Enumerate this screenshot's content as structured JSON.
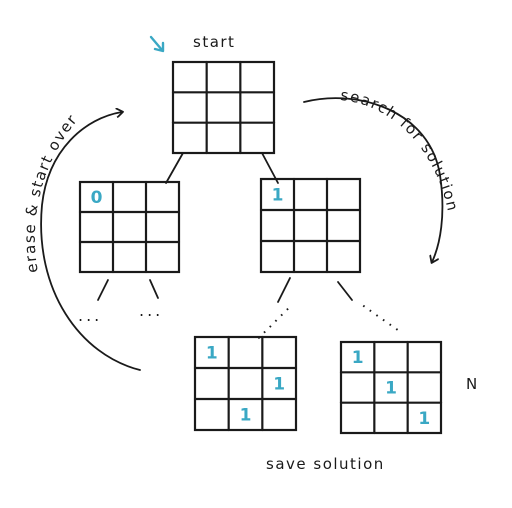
{
  "labels": {
    "start": "start",
    "search": "search for solution",
    "erase": "erase & start over",
    "save": "save solution",
    "n": "N",
    "ellipsis_left": "...",
    "ellipsis_right": "...",
    "ellipsis_diag_left": "......",
    "ellipsis_diag_right": "......"
  },
  "grids": {
    "start": [
      "",
      "",
      "",
      "",
      "",
      "",
      "",
      "",
      ""
    ],
    "zero": [
      "0",
      "",
      "",
      "",
      "",
      "",
      "",
      "",
      ""
    ],
    "one": [
      "1",
      "",
      "",
      "",
      "",
      "",
      "",
      "",
      ""
    ],
    "solution_a": [
      "1",
      "",
      "",
      "",
      "",
      "1",
      "",
      "1",
      ""
    ],
    "solution_b": [
      "1",
      "",
      "",
      "",
      "1",
      "",
      "",
      "",
      "1"
    ]
  },
  "colors": {
    "ink": "#1a1a1a",
    "accent": "#3aa8c4"
  },
  "icons": {
    "start_arrow": "arrow-down-right-icon"
  }
}
